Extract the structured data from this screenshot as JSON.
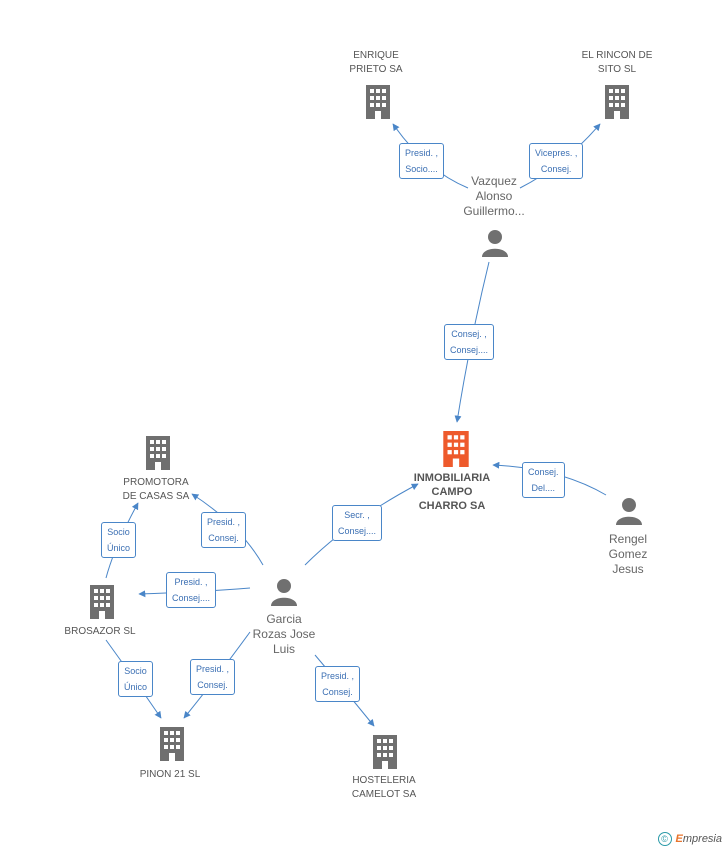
{
  "colors": {
    "edge": "#4a86c8",
    "company": "#6f6f6f",
    "focus_company": "#ee5a2c",
    "person": "#707070"
  },
  "nodes": {
    "enrique": {
      "label": "ENRIQUE\nPRIETO SA",
      "type": "company"
    },
    "rincon": {
      "label": "EL RINCON DE\nSITO SL",
      "type": "company"
    },
    "vazquez": {
      "label": "Vazquez\nAlonso\nGuillermo...",
      "type": "person"
    },
    "inmobiliaria": {
      "label": "INMOBILIARIA\nCAMPO\nCHARRO SA",
      "type": "focus"
    },
    "rengel": {
      "label": "Rengel\nGomez\nJesus",
      "type": "person"
    },
    "promotora": {
      "label": "PROMOTORA\nDE CASAS SA",
      "type": "company"
    },
    "garcia": {
      "label": "Garcia\nRozas Jose\nLuis",
      "type": "person"
    },
    "brosazor": {
      "label": "BROSAZOR  SL",
      "type": "company"
    },
    "pinon": {
      "label": "PINON 21 SL",
      "type": "company"
    },
    "hosteleria": {
      "label": "HOSTELERIA\nCAMELOT SA",
      "type": "company"
    }
  },
  "edges": {
    "vazquez_enrique": "Presid. ,\nSocio....",
    "vazquez_rincon": "Vicepres. ,\nConsej.",
    "vazquez_inmob": "Consej. ,\nConsej....",
    "rengel_inmob": "Consej.\nDel....",
    "garcia_inmob": "Secr. ,\nConsej....",
    "garcia_promotora": "Presid. ,\nConsej.",
    "brosazor_promotora": "Socio\nÚnico",
    "garcia_brosazor": "Presid. ,\nConsej....",
    "brosazor_pinon": "Socio\nÚnico",
    "garcia_pinon": "Presid. ,\nConsej.",
    "garcia_hosteleria": "Presid. ,\nConsej."
  },
  "footer": {
    "copyright": "©",
    "brand_e": "E",
    "brand_rest": "mpresia"
  }
}
